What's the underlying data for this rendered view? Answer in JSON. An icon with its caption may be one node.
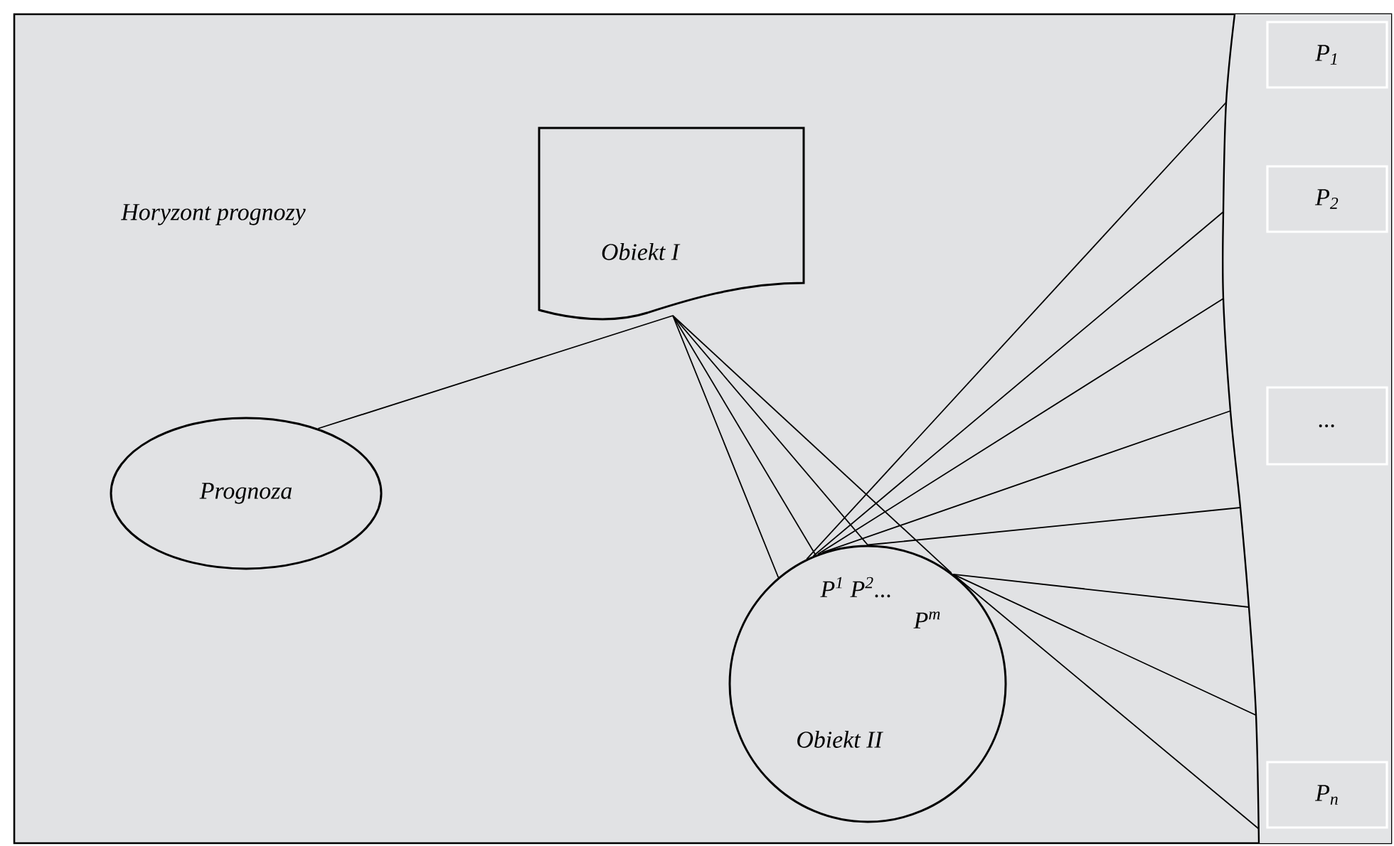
{
  "diagram": {
    "nodes": [
      {
        "text": [
          "Obiekt I"
        ]
      },
      {
        "text": [
          "Prognoza"
        ]
      },
      {
        "text": [
          "P$^{1}$ P$^{2}$...",
          "P$^{m}$",
          "Obiekt II"
        ]
      },
      {
        "text": [],
        "shape": "band"
      },
      {
        "text": [
          "P$_{1}$"
        ],
        "in": 3
      },
      {
        "text": [
          "P$_{2}$"
        ],
        "in": 3
      },
      {
        "text": [
          "..."
        ],
        "in": 3
      },
      {
        "text": [
          "P$_{n}$"
        ],
        "in": 3
      }
    ],
    "edges": [
      {
        "from": 0,
        "to": 1,
        "arrow": "none"
      },
      {
        "from": 0,
        "to": 2,
        "arrow": "none"
      },
      {
        "from": 0,
        "to": 2,
        "arrow": "none"
      },
      {
        "from": 0,
        "to": 2,
        "arrow": "none"
      },
      {
        "from": 0,
        "to": 2,
        "arrow": "none"
      },
      {
        "from": 2,
        "to": 3,
        "arrow": "none"
      },
      {
        "from": 2,
        "to": 3,
        "arrow": "none"
      },
      {
        "from": 2,
        "to": 3,
        "arrow": "none"
      },
      {
        "from": 2,
        "to": 3,
        "arrow": "none"
      },
      {
        "from": 2,
        "to": 3,
        "arrow": "none"
      },
      {
        "from": 2,
        "to": 3,
        "arrow": "none"
      },
      {
        "from": 2,
        "to": 3,
        "arrow": "none"
      },
      {
        "from": 2,
        "to": 3,
        "arrow": "none"
      }
    ],
    "labels": [
      "Horyzont prognozy"
    ]
  }
}
